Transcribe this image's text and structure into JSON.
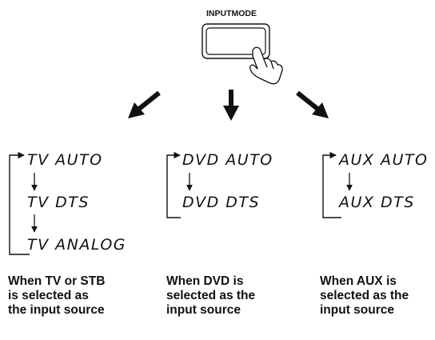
{
  "button": {
    "label": "INPUTMODE"
  },
  "columns": [
    {
      "modes": [
        "TV AUTO",
        "TV DTS",
        "TV ANALOG"
      ],
      "caption": [
        "When TV or STB",
        "is selected as",
        "the input source"
      ]
    },
    {
      "modes": [
        "DVD AUTO",
        "DVD DTS"
      ],
      "caption": [
        "When DVD is",
        "selected as the",
        "input source"
      ]
    },
    {
      "modes": [
        "AUX AUTO",
        "AUX DTS"
      ],
      "caption": [
        "When AUX is",
        "selected as the",
        "input source"
      ]
    }
  ],
  "colors": {
    "ink": "#111111",
    "background": "#ffffff"
  },
  "icons": [
    "pressing-hand-icon",
    "arrow-down-left-icon",
    "arrow-down-icon",
    "arrow-down-right-icon"
  ]
}
